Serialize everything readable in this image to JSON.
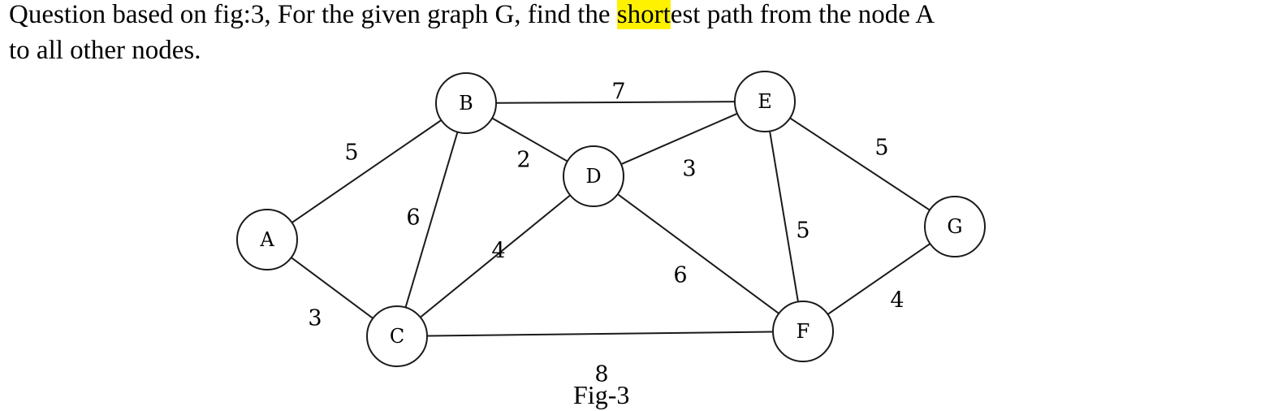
{
  "question": {
    "prefix": "Question based on fig:3, For the given graph G, find the ",
    "highlight": "short",
    "suffix": "est path from the node A",
    "line2": "to all other nodes."
  },
  "caption": "Fig-3",
  "highlight_color": "#fff200",
  "graph": {
    "nodes": [
      "A",
      "B",
      "C",
      "D",
      "E",
      "F",
      "G"
    ],
    "edges": [
      {
        "from": "A",
        "to": "B",
        "weight": "5"
      },
      {
        "from": "A",
        "to": "C",
        "weight": "3"
      },
      {
        "from": "B",
        "to": "C",
        "weight": "6"
      },
      {
        "from": "B",
        "to": "D",
        "weight": "2"
      },
      {
        "from": "B",
        "to": "E",
        "weight": "7"
      },
      {
        "from": "C",
        "to": "D",
        "weight": "4"
      },
      {
        "from": "C",
        "to": "F",
        "weight": "8"
      },
      {
        "from": "D",
        "to": "E",
        "weight": "3"
      },
      {
        "from": "D",
        "to": "F",
        "weight": "6"
      },
      {
        "from": "E",
        "to": "F",
        "weight": "5"
      },
      {
        "from": "E",
        "to": "G",
        "weight": "5"
      },
      {
        "from": "F",
        "to": "G",
        "weight": "4"
      }
    ]
  }
}
